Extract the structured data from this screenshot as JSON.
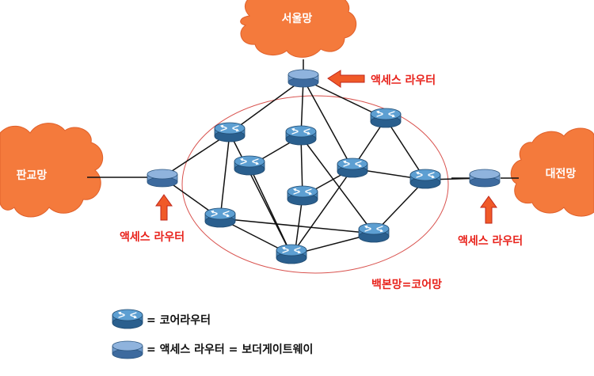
{
  "clouds": {
    "seoul": "서울망",
    "pangyo": "판교망",
    "daejeon": "대전망"
  },
  "labels": {
    "access_router_top": "액세스 라우터",
    "access_router_left": "액세스 라우터",
    "access_router_right": "액세스 라우터",
    "backbone": "백본망=코어망"
  },
  "legend": {
    "core_router": "= 코어라우터",
    "access_router": "= 액세스 라우터 = 보더게이트웨이"
  },
  "colors": {
    "cloud_fill": "#f47a3c",
    "router_fill": "#3d7fb5",
    "access_fill": "#6b98cc",
    "label_red": "#e8231c",
    "arrow_red": "#e8231c",
    "arrow_fill": "#f05a28",
    "ellipse_stroke": "#d9534f"
  },
  "icons": [
    "core-router-icon",
    "access-router-icon",
    "cloud-icon",
    "arrow-icon"
  ]
}
